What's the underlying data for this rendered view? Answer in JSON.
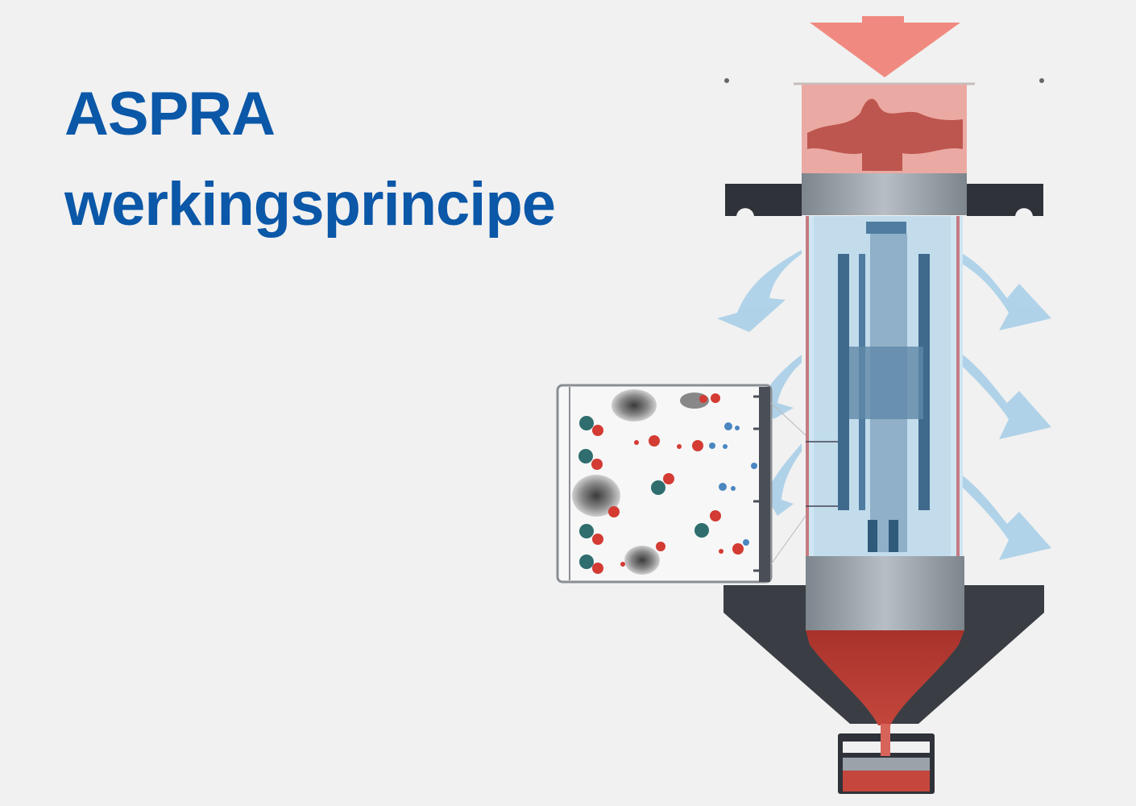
{
  "title": {
    "line1": "ASPRA",
    "line2": "werkingsprincipe"
  },
  "diagram": {
    "components": [
      "inlet-arrow",
      "inlet-chamber",
      "top-mounting-flange",
      "filter-column",
      "electrode-core",
      "outflow-arrows",
      "particle-detail-inset",
      "bottom-mounting-flange",
      "collection-hopper",
      "drain-outlet"
    ],
    "colors": {
      "title": "#0b57a8",
      "inlet": "#f08a80",
      "inlet_chamber": "#eba9a3",
      "dirty_medium": "#b5483f",
      "clean_medium": "#cfe6f2",
      "outflow_arrows": "#a9cfe8",
      "electrode": "#4f7ca0",
      "flange": "#2f3238",
      "metal_band": "#9aa2aa",
      "particle_red": "#d33b33",
      "particle_teal": "#2f6d6e",
      "particle_blue": "#4a86c0"
    }
  }
}
